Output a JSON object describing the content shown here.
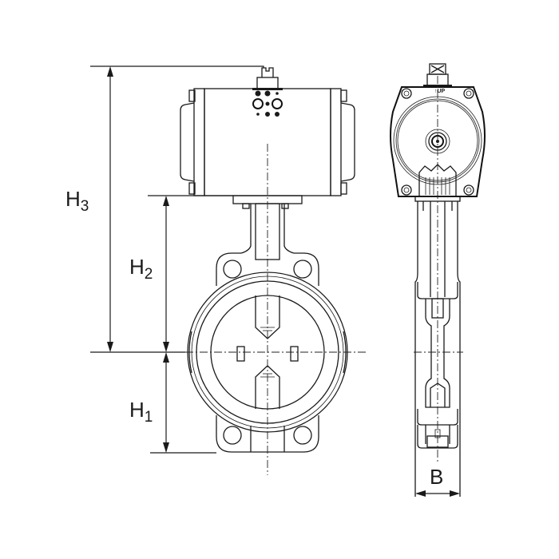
{
  "drawing": {
    "subject": "Pneumatic actuated wafer butterfly valve — dimension drawing",
    "views": [
      "front-view",
      "side-view"
    ],
    "stroke_color": "#1a1a1a",
    "background_color": "#ffffff"
  },
  "dimensions": {
    "h3": {
      "main": "H",
      "sub": "3"
    },
    "h2": {
      "main": "H",
      "sub": "2"
    },
    "h1": {
      "main": "H",
      "sub": "1"
    },
    "b": {
      "main": "B"
    }
  },
  "side_view": {
    "actuator_marking": "↑UP"
  }
}
